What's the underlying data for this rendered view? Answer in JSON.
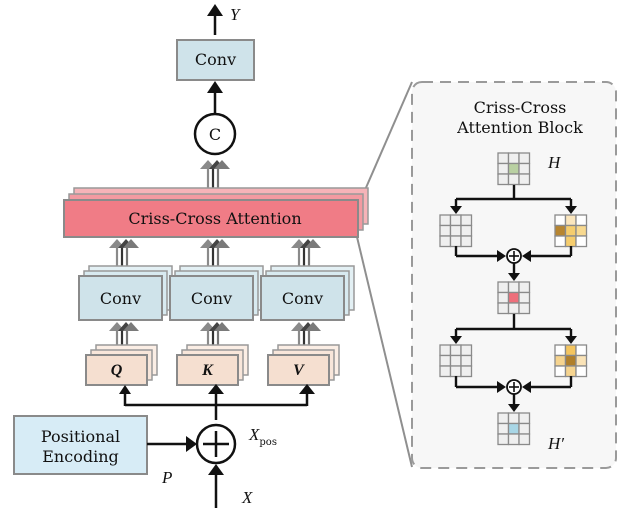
{
  "diagram": {
    "output_label": "Y",
    "output_conv_label": "Conv",
    "concat_label": "C",
    "cca_label": "Criss-Cross Attention",
    "branch_convs": [
      {
        "label": "Conv"
      },
      {
        "label": "Conv"
      },
      {
        "label": "Conv"
      }
    ],
    "qkv": [
      {
        "label": "Q"
      },
      {
        "label": "K"
      },
      {
        "label": "V"
      }
    ],
    "positional_encoding": {
      "line1": "Positional",
      "line2": "Encoding"
    },
    "p_label": "P",
    "x_label": "X",
    "xpos_label": {
      "main": "X",
      "sub": "pos"
    },
    "plus_symbol": "+"
  },
  "block": {
    "title_line1": "Criss-Cross",
    "title_line2": "Attention Block",
    "h_label": "H",
    "h_prime_label": "H′",
    "plus_symbol": "+"
  },
  "colors": {
    "conv_fill": "#cfe3ea",
    "pe_fill": "#d7ecf6",
    "cca_fill": "#f07c86",
    "cca_back": "#f6b3b8",
    "qkv_fill": "#f5dfd0",
    "grid_gray": "#efefef",
    "green_cell": "#b9d0a2",
    "red_cell": "#ee6f7b",
    "blue_cell": "#a8d6e6",
    "panel_fill": "#f7f7f7"
  }
}
